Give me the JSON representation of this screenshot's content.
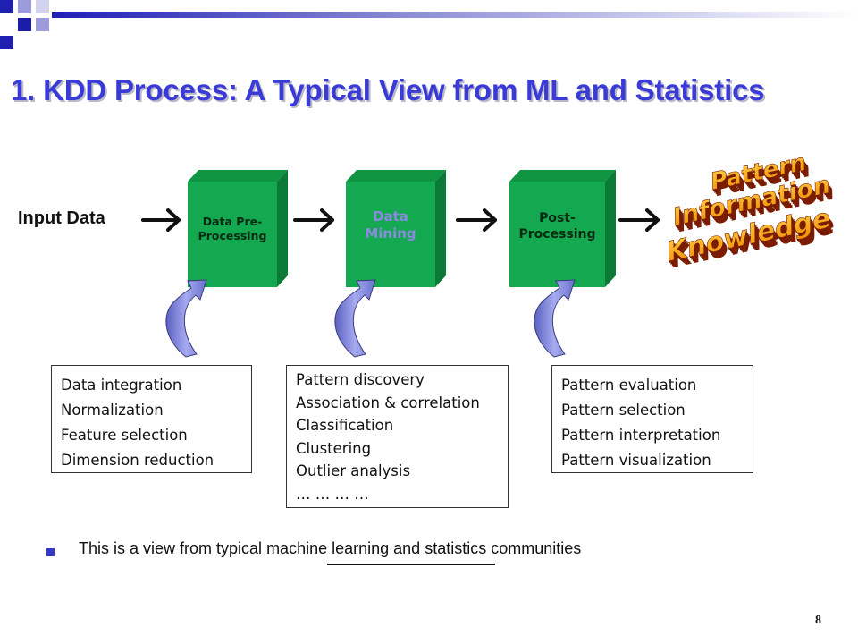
{
  "title": "1. KDD Process: A Typical View from ML and Statistics",
  "input_label": "Input Data",
  "stages": [
    {
      "line1": "Data Pre-",
      "line2": "Processing"
    },
    {
      "line1": "Data",
      "line2": "Mining"
    },
    {
      "line1": "Post-",
      "line2": "Processing"
    }
  ],
  "output_words": [
    "Pattern",
    "Information",
    "Knowledge"
  ],
  "boxes": [
    [
      "Data integration",
      "Normalization",
      "Feature selection",
      "Dimension reduction"
    ],
    [
      "Pattern discovery",
      "Association & correlation",
      "Classification",
      "Clustering",
      "Outlier analysis",
      "… … … …"
    ],
    [
      "Pattern evaluation",
      "Pattern selection",
      "Pattern interpretation",
      "Pattern visualization"
    ]
  ],
  "bullet": {
    "before": "This is a view from typical ",
    "underlined": "machine learning ",
    "after": "and statistics communities"
  },
  "page_number": "8",
  "colors": {
    "title": "#3a3ad6",
    "stage_front": "#14a850",
    "stage_side": "#0a7a36",
    "stage_top": "#0f9442",
    "mining_text": "#8a8ae0",
    "wordart_fill": "#f5a000",
    "wordart_depth": "#7a1c00",
    "loop_arrow": "#8a90dc",
    "bullet": "#3838c8"
  }
}
